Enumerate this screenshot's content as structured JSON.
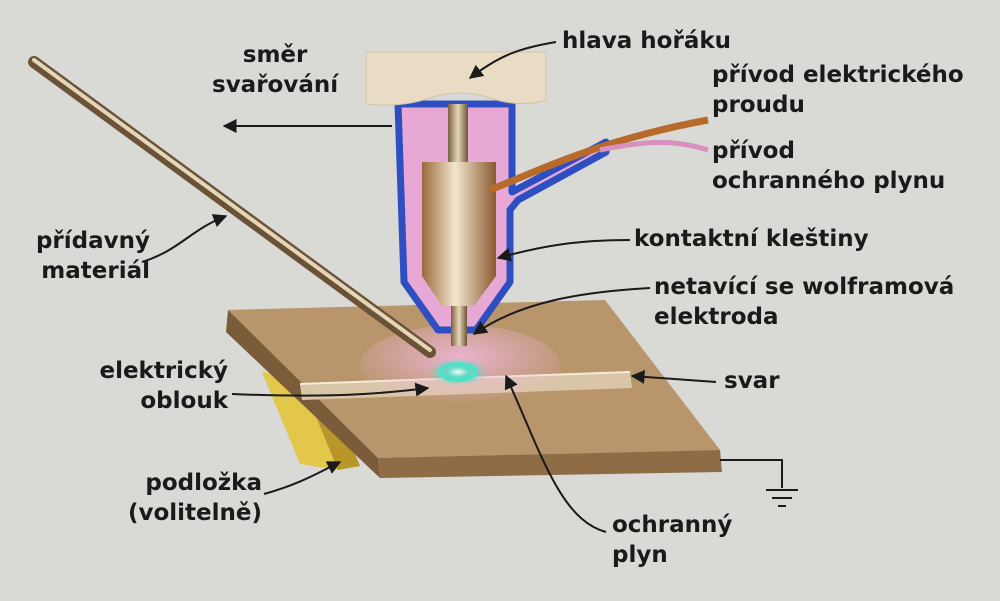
{
  "labels": {
    "welding_direction": [
      "směr",
      "svařování"
    ],
    "torch_head": "hlava hořáku",
    "power_supply": [
      "přívod elektrického",
      "proudu"
    ],
    "gas_supply": [
      "přívod",
      "ochranného plynu"
    ],
    "filler_material": [
      "přídavný",
      "materiál"
    ],
    "contact_collet": "kontaktní kleštiny",
    "tungsten_electrode": [
      "netavící se wolframová",
      "elektroda"
    ],
    "electric_arc": [
      "elektrický",
      "oblouk"
    ],
    "weld": "svar",
    "backing": [
      "podložka",
      "(volitelně)"
    ],
    "shielding_gas": [
      "ochranný",
      "plyn"
    ]
  },
  "colors": {
    "background": "#d9d9d6",
    "plate_top": "#b8956a",
    "plate_side": "#8a6a45",
    "backing": "#d9b83a",
    "nozzle_outline": "#2e4fc2",
    "gas_fill": "#e8a8d6",
    "electrode": "#a0825a",
    "arc": "#4fe0c8",
    "power_cable": "#b86a2a",
    "gas_hose": "#d98fc0",
    "leader": "#1a1a1a"
  }
}
